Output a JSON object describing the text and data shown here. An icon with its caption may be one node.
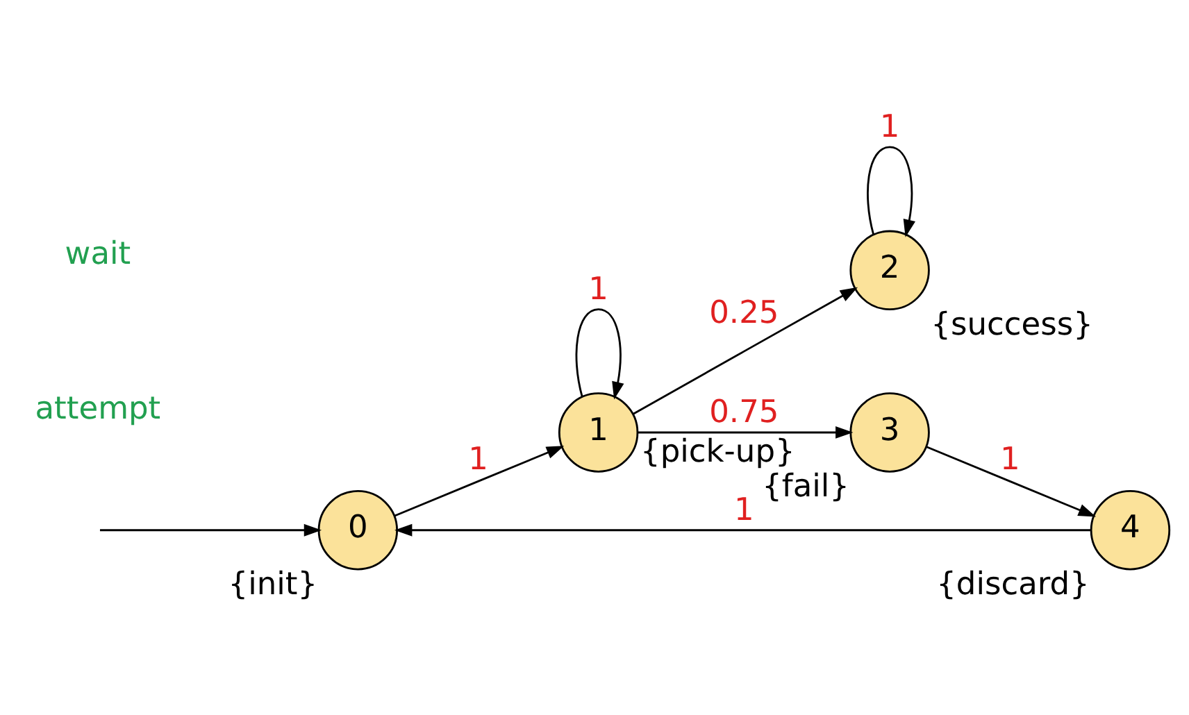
{
  "diagram": {
    "nodes": [
      {
        "text": [
          "0"
        ],
        "beside": [
          "{init}"
        ]
      },
      {
        "text": [
          "1"
        ],
        "beside": [
          "{pick-up}"
        ]
      },
      {
        "text": [
          "2"
        ],
        "beside": [
          "{success}"
        ]
      },
      {
        "text": [
          "3"
        ],
        "beside": [
          "{fail}"
        ]
      },
      {
        "text": [
          "4"
        ],
        "beside": [
          "{discard}"
        ]
      }
    ],
    "edges": [
      {
        "from": null,
        "to": 0,
        "arrow": "to"
      },
      {
        "from": 0,
        "to": 1,
        "arrow": "to",
        "label": "1"
      },
      {
        "from": 1,
        "to": 1,
        "arrow": "to",
        "label": "1"
      },
      {
        "from": 1,
        "to": 3,
        "arrow": "to",
        "label": "0.75"
      },
      {
        "from": 1,
        "to": 2,
        "arrow": "to",
        "label": "0.25"
      },
      {
        "from": 2,
        "to": 2,
        "arrow": "to",
        "label": "1"
      },
      {
        "from": 3,
        "to": 4,
        "arrow": "to",
        "label": "1"
      },
      {
        "from": 4,
        "to": 0,
        "arrow": "to",
        "label": "1"
      }
    ],
    "labels": [
      "attempt",
      "wait"
    ]
  }
}
